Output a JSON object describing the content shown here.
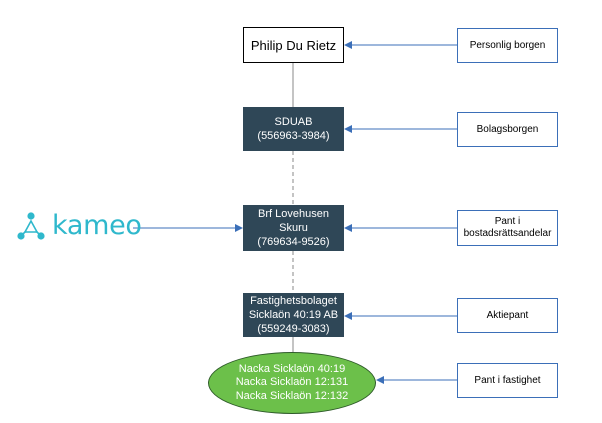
{
  "diagram": {
    "entities": {
      "person": {
        "lines": [
          "Philip Du Rietz"
        ]
      },
      "sduab": {
        "lines": [
          "SDUAB",
          "(556963-3984)"
        ]
      },
      "brf": {
        "lines": [
          "Brf Lovehusen",
          "Skuru",
          "(769634-9526)"
        ]
      },
      "fastighetsbolaget": {
        "lines": [
          "Fastighetsbolaget",
          "Sicklaön 40:19 AB",
          "(559249-3083)"
        ]
      },
      "properties": {
        "lines": [
          "Nacka Sicklaön 40:19",
          "Nacka Sicklaön 12:131",
          "Nacka Sicklaön 12:132"
        ]
      }
    },
    "securities": {
      "personal_guarantee": {
        "lines": [
          "Personlig borgen"
        ]
      },
      "company_guarantee": {
        "lines": [
          "Bolagsborgen"
        ]
      },
      "tenant_ownership_pledge": {
        "lines": [
          "Pant i",
          "bostadsrättsandelar"
        ]
      },
      "share_pledge": {
        "lines": [
          "Aktiepant"
        ]
      },
      "property_pledge": {
        "lines": [
          "Pant i fastighet"
        ]
      }
    },
    "lender": {
      "logo_text": "kameo",
      "icon": "kameo-logo-icon",
      "color": "#2fb8cc"
    },
    "colors": {
      "entity_fill": "#2f4757",
      "arrow": "#3b6fb8",
      "property_fill": "#6cc04a"
    }
  }
}
